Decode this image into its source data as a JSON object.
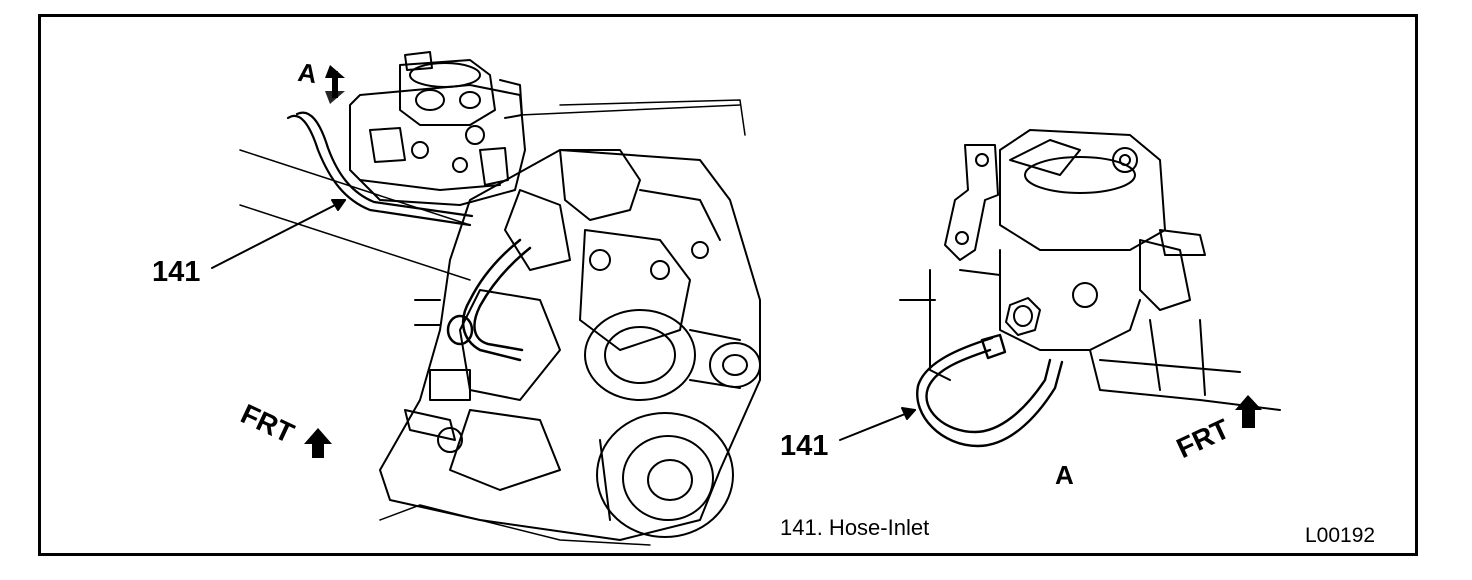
{
  "figure": {
    "callouts": {
      "main_hose": "141",
      "detail_hose": "141"
    },
    "view_labels": {
      "main_arrow": "A",
      "detail_title": "A"
    },
    "direction_labels": {
      "main_front": "FRT",
      "detail_front": "FRT"
    },
    "legend": {
      "item": "141.  Hose-Inlet"
    },
    "figure_code": "L00192"
  },
  "colors": {
    "ink": "#000000",
    "paper": "#ffffff"
  },
  "icons": [
    "view-direction-arrow-icon",
    "front-direction-arrow-icon"
  ]
}
